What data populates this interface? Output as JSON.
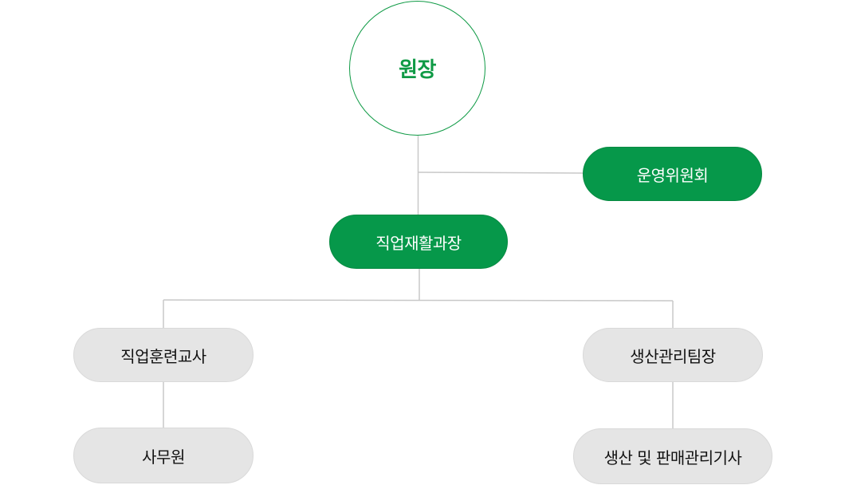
{
  "org_chart": {
    "root": {
      "label": "원장"
    },
    "committee": {
      "label": "운영위원회"
    },
    "manager": {
      "label": "직업재활과장"
    },
    "trainer": {
      "label": "직업훈련교사"
    },
    "clerk": {
      "label": "사무원"
    },
    "production_lead": {
      "label": "생산관리팀장"
    },
    "production_tech": {
      "label": "생산 및 판매관리기사"
    }
  },
  "colors": {
    "accent_green": "#06984a",
    "gray_node": "#e5e5e5",
    "line_gray": "#c8c8c8"
  }
}
